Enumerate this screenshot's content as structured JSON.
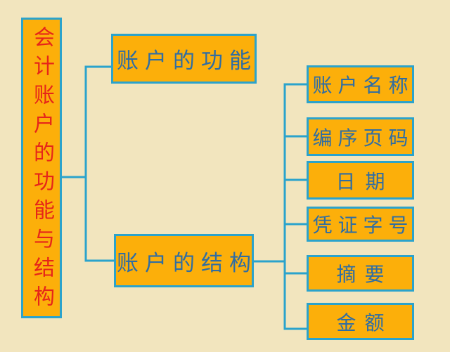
{
  "diagram": {
    "title": "会计账户的功能与结构",
    "root": {
      "label": "会计账户的功能与结构"
    },
    "level1": [
      {
        "label": "账户的功能"
      },
      {
        "label": "账户的结构"
      }
    ],
    "level2": [
      {
        "label": "账户名称"
      },
      {
        "label": "编序页码"
      },
      {
        "label": "日期"
      },
      {
        "label": "凭证字号"
      },
      {
        "label": "摘要"
      },
      {
        "label": "金额"
      }
    ]
  },
  "colors": {
    "background": "#F2E5BE",
    "box_fill": "#FCAF0A",
    "box_border": "#2BA3CC",
    "connector": "#2BA3CC",
    "root_text": "#E62519",
    "node_text": "#2E6DA4"
  }
}
